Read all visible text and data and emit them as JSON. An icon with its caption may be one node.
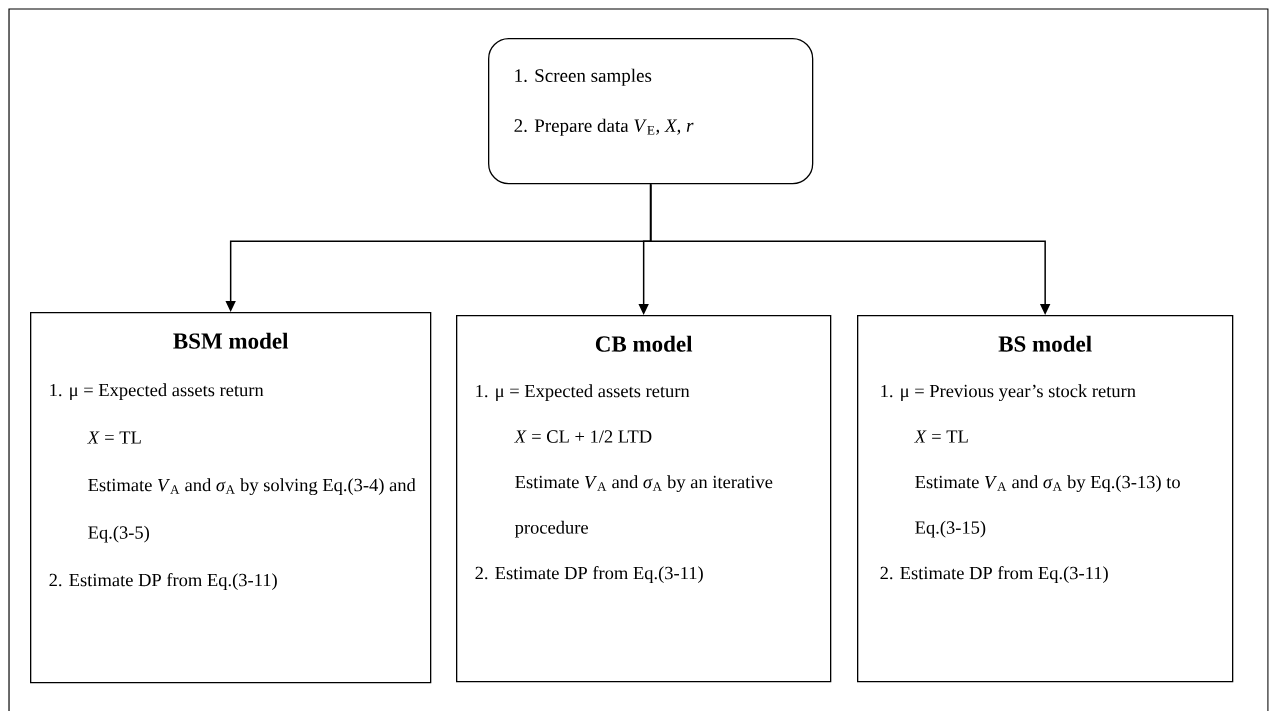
{
  "diagram": {
    "nodes": [
      {
        "text": [
          "1. Screen samples",
          "2. Prepare data *V*$_{E}$, *X*, *r*"
        ]
      },
      {
        "text": [
          "BSM model",
          "1. μ = Expected assets return",
          "*X* = TL",
          "Estimate *V*$_{A}$ and *σ*$_{A}$ by solving Eq.(3-4) and Eq.(3-5)",
          "2. Estimate DP from Eq.(3-11)"
        ]
      },
      {
        "text": [
          "CB model",
          "1. μ = Expected assets return",
          "*X* = CL + 1/2 LTD",
          "Estimate *V*$_{A}$ and *σ*$_{A}$ by an iterative procedure",
          "2. Estimate DP from Eq.(3-11)"
        ]
      },
      {
        "text": [
          "BS model",
          "1. μ = Previous year’s stock return",
          "*X* = TL",
          "Estimate *V*$_{A}$ and *σ*$_{A}$ by Eq.(3-13) to Eq.(3-15)",
          "2. Estimate DP from Eq.(3-11)"
        ]
      }
    ],
    "edges": [
      {
        "from": 0,
        "to": 1,
        "arrow": "to"
      },
      {
        "from": 0,
        "to": 2,
        "arrow": "to"
      },
      {
        "from": 0,
        "to": 3,
        "arrow": "to"
      }
    ]
  }
}
